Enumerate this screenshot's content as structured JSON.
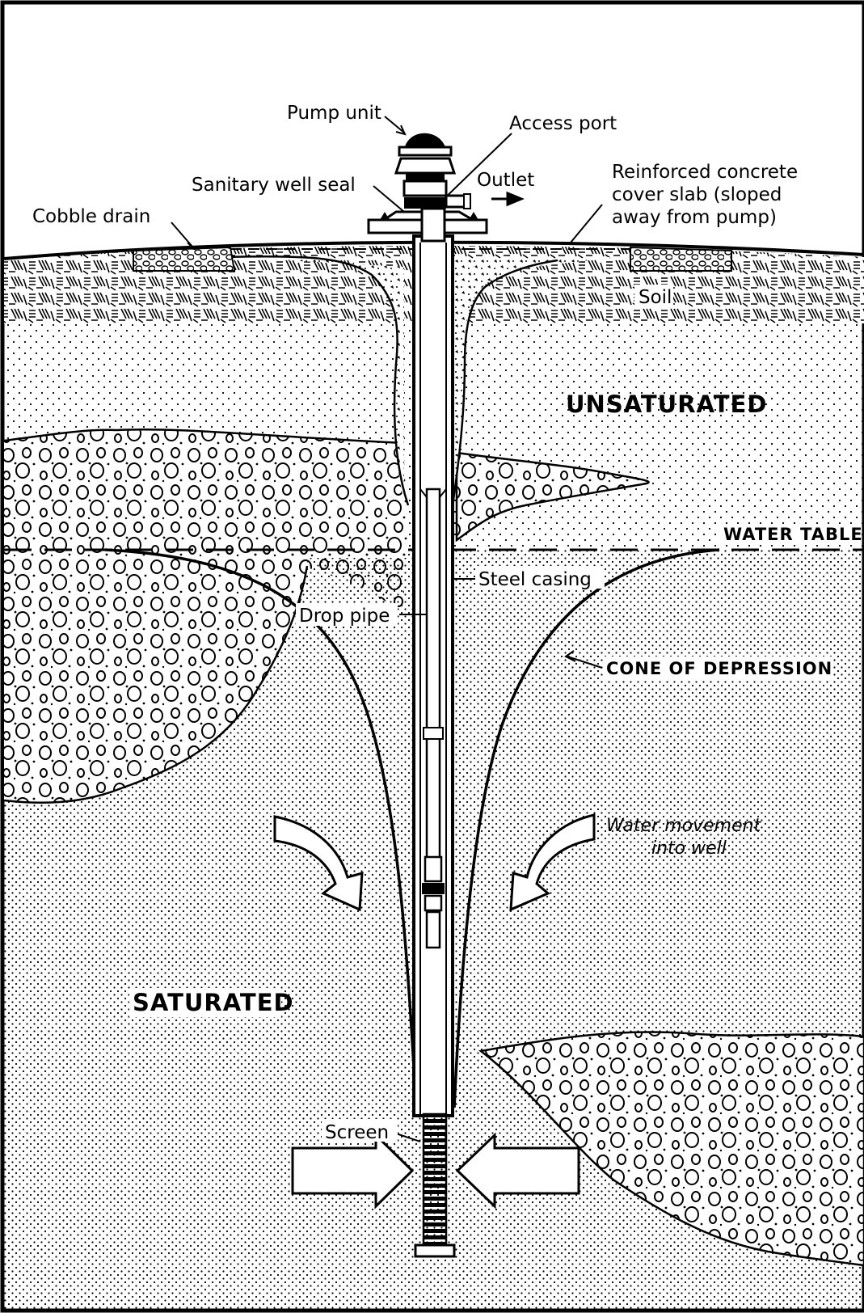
{
  "labels": {
    "pump_unit": "Pump unit",
    "access_port": "Access port",
    "outlet": "Outlet",
    "sanitary_well_seal": "Sanitary well seal",
    "cobble_drain": "Cobble drain",
    "cover_slab_line1": "Reinforced concrete",
    "cover_slab_line2": "cover slab (sloped",
    "cover_slab_line3": "away from pump)",
    "soil": "Soil",
    "unsaturated": "UNSATURATED",
    "water_table": "WATER TABLE",
    "steel_casing": "Steel casing",
    "drop_pipe": "Drop pipe",
    "cone_of_depression": "CONE OF DEPRESSION",
    "water_movement_line1": "Water movement",
    "water_movement_line2": "into well",
    "saturated": "SATURATED",
    "screen": "Screen"
  },
  "colors": {
    "ink": "#000000",
    "paper": "#ffffff"
  }
}
